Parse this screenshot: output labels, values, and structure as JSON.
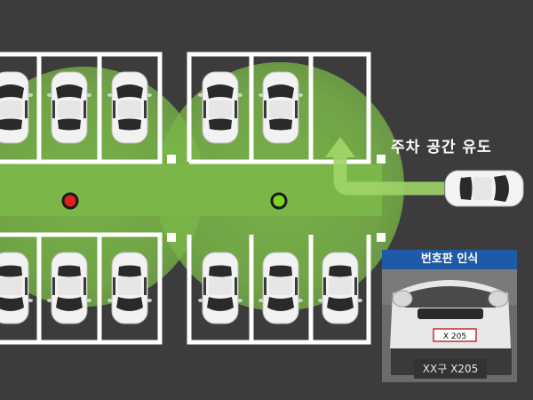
{
  "guide": {
    "label": "주차 공간 유도"
  },
  "lpr": {
    "header": "번호판 인식",
    "plate_text": "XX구 X205",
    "plate_image_text": "X 205"
  },
  "indicators": [
    {
      "status": "occupied",
      "color": "#e02020"
    },
    {
      "status": "available",
      "color": "#7fd321"
    }
  ],
  "colors": {
    "background": "#3c3c3c",
    "guide_green": "#7ab648",
    "line": "#ffffff",
    "panel_header": "#1f5aa8"
  }
}
